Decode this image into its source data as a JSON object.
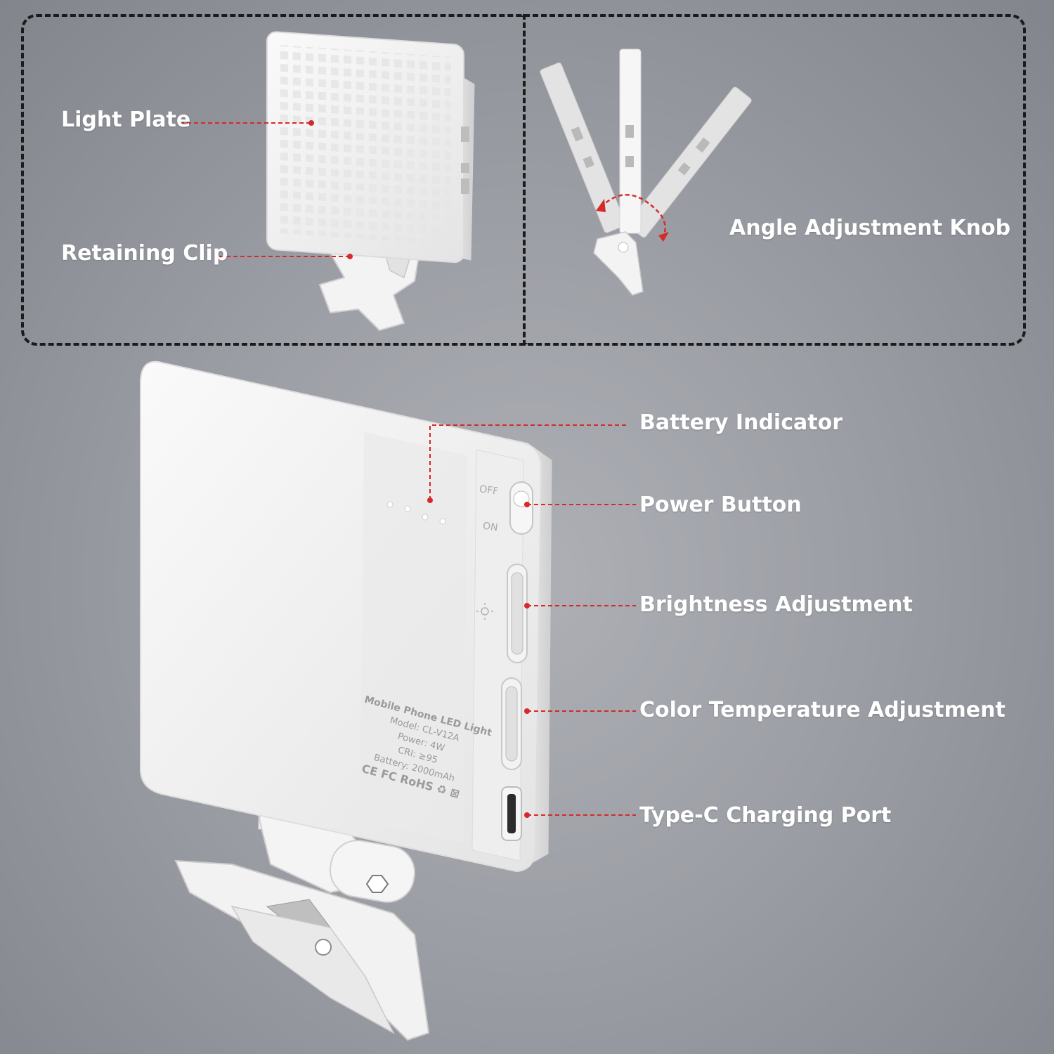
{
  "top_left_panel": {
    "labels": {
      "light_plate": "Light Plate",
      "retaining_clip": "Retaining Clip"
    }
  },
  "top_right_panel": {
    "labels": {
      "angle_adjustment_knob": "Angle Adjustment Knob"
    }
  },
  "main_device": {
    "labels": {
      "battery_indicator": "Battery Indicator",
      "power_button": "Power Button",
      "brightness_adjustment": "Brightness Adjustment",
      "color_temperature_adjustment": "Color Temperature Adjustment",
      "type_c_charging_port": "Type-C Charging Port"
    },
    "switch_marks": {
      "off": "OFF",
      "on": "ON"
    },
    "printed_spec": {
      "title": "Mobile Phone LED Light",
      "model": "Model: CL-V12A",
      "power": "Power: 4W",
      "cri": "CRI: ≥95",
      "battery": "Battery: 2000mAh",
      "certifications": "CE FC RoHS ♻ ⊠"
    }
  },
  "colors": {
    "leader_line": "#d42a2a",
    "label_text": "#ffffff",
    "panel_border": "#1b1b1b",
    "device_body": "#f2f2f2"
  },
  "icons": [
    "rotation-arrow-icon",
    "leader-dot-icon",
    "sun-icon"
  ]
}
